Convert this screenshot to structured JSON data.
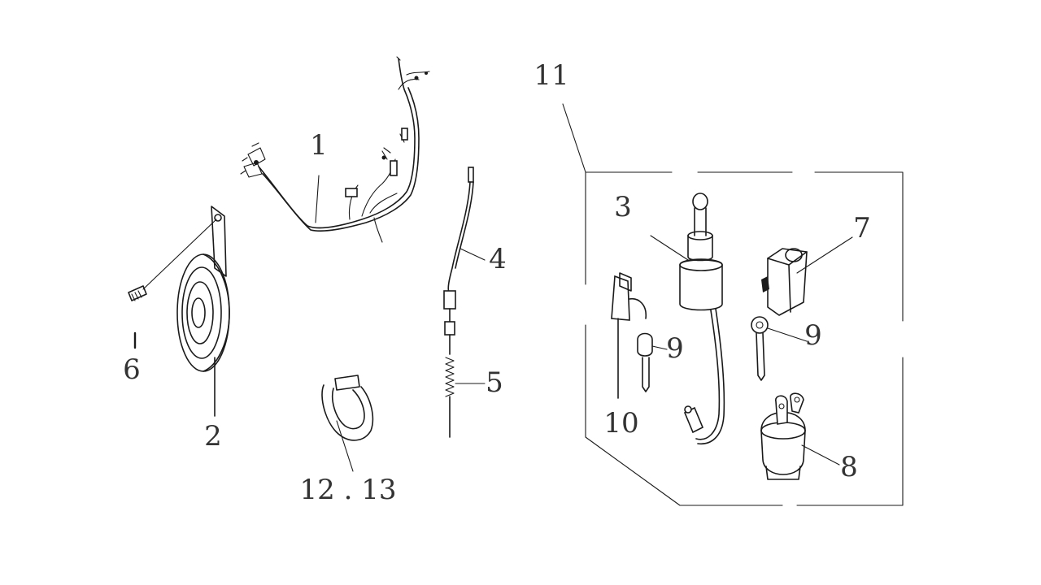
{
  "callouts": {
    "c1": "1",
    "c2": "2",
    "c3": "3",
    "c4": "4",
    "c5": "5",
    "c6": "6",
    "c7": "7",
    "c8": "8",
    "c9a": "9",
    "c9b": "9",
    "c10": "10",
    "c11": "11",
    "c12_13": "12 . 13"
  },
  "style": {
    "line_color": "#1a1a1a",
    "label_color": "#333333",
    "background": "#ffffff"
  }
}
